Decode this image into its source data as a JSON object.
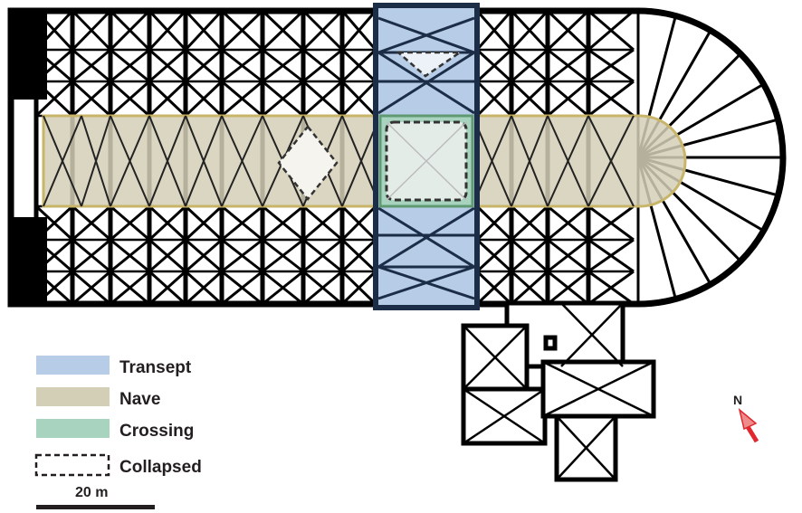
{
  "legend": {
    "items": [
      {
        "label": "Transept",
        "color": "#b7cce6"
      },
      {
        "label": "Nave",
        "color": "#d3cfb7"
      },
      {
        "label": "Crossing",
        "color": "#a8d4bf"
      },
      {
        "label": "Collapsed",
        "style": "dashed"
      }
    ]
  },
  "scale_bar": {
    "label": "20 m"
  },
  "north_arrow": {
    "label": "N",
    "color": "#e0282e"
  },
  "colors": {
    "walls": "#000000",
    "transept_border": "#1b2d47"
  }
}
